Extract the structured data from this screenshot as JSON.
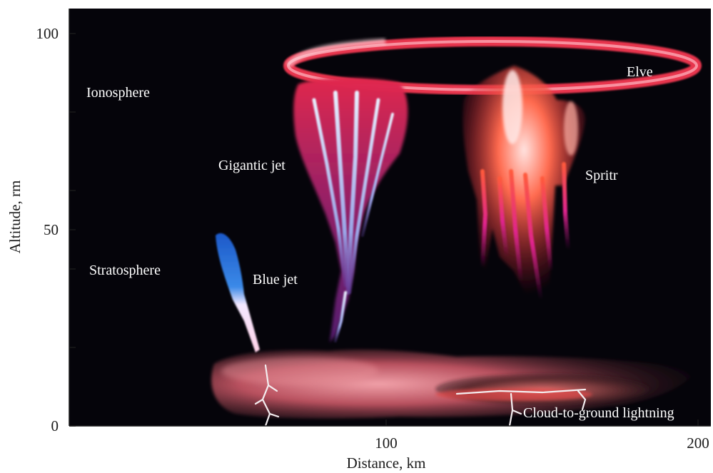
{
  "axes": {
    "x_label": "Distance, km",
    "y_label": "Altitude, rm",
    "x_ticks": [
      "100",
      "200"
    ],
    "y_ticks": [
      "0",
      "50",
      "100"
    ]
  },
  "regions": {
    "ionosphere": "Ionosphere",
    "stratosphere": "Stratosphere"
  },
  "phenomena": {
    "elve": "Elve",
    "gigantic_jet": "Gigantic jet",
    "sprite": "Spritr",
    "blue_jet": "Blue jet",
    "cloud_to_ground": "Cloud-to-ground lightning"
  },
  "colors": {
    "sky": "#05040a",
    "elve": "#e8364e",
    "sprite_red": "#f0523a",
    "sprite_magenta": "#d21a9c",
    "blue_jet": "#3a7de0",
    "cloud": "#c86a74"
  }
}
